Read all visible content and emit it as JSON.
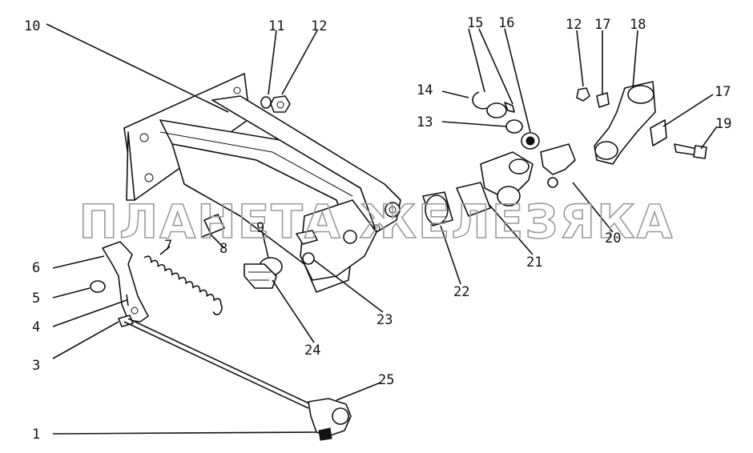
{
  "watermark": "ПЛАНЕТА ЖЕЛЕЗЯКА",
  "callouts": [
    "1",
    "3",
    "4",
    "5",
    "6",
    "7",
    "8",
    "9",
    "10",
    "11",
    "12",
    "12",
    "13",
    "14",
    "15",
    "16",
    "17",
    "17",
    "18",
    "19",
    "20",
    "21",
    "22",
    "23",
    "24",
    "25"
  ],
  "colors": {
    "ink": "#111111",
    "paper": "#ffffff",
    "watermark": "#9a9a9a"
  }
}
